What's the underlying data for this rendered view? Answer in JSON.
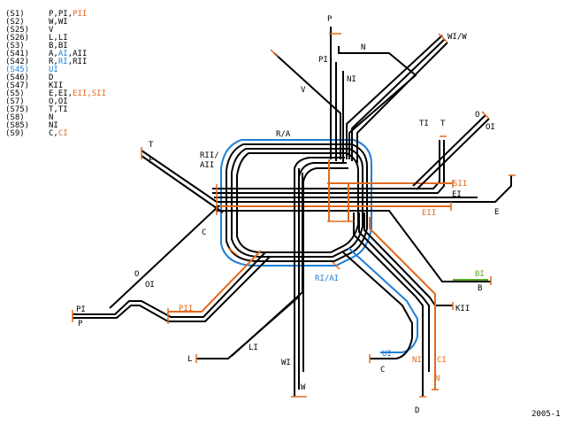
{
  "legend": [
    {
      "code": "(S1)",
      "parts": [
        {
          "t": "P,PI,",
          "c": "black"
        },
        {
          "t": "PII",
          "c": "orange"
        }
      ]
    },
    {
      "code": "(S2)",
      "parts": [
        {
          "t": "W,WI",
          "c": "black"
        }
      ]
    },
    {
      "code": "(S25)",
      "parts": [
        {
          "t": "V",
          "c": "black"
        }
      ]
    },
    {
      "code": "(S26)",
      "parts": [
        {
          "t": "L,LI",
          "c": "black"
        }
      ]
    },
    {
      "code": "(S3)",
      "parts": [
        {
          "t": "B,BI",
          "c": "black"
        }
      ]
    },
    {
      "code": "(S41)",
      "parts": [
        {
          "t": "A,",
          "c": "black"
        },
        {
          "t": "AI",
          "c": "blue"
        },
        {
          "t": ",AII",
          "c": "black"
        }
      ]
    },
    {
      "code": "(S42)",
      "parts": [
        {
          "t": "R,",
          "c": "black"
        },
        {
          "t": "RI",
          "c": "blue"
        },
        {
          "t": ",RII",
          "c": "black"
        }
      ]
    },
    {
      "code": "(S45)",
      "codeColor": "blue",
      "parts": [
        {
          "t": "UI",
          "c": "blue"
        }
      ]
    },
    {
      "code": "(S46)",
      "parts": [
        {
          "t": "D",
          "c": "black"
        }
      ]
    },
    {
      "code": "(S47)",
      "parts": [
        {
          "t": "KII",
          "c": "black"
        }
      ]
    },
    {
      "code": "(S5)",
      "parts": [
        {
          "t": "E,EI,",
          "c": "black"
        },
        {
          "t": "EII,SII",
          "c": "orange"
        }
      ]
    },
    {
      "code": "(S7)",
      "parts": [
        {
          "t": "O,OI",
          "c": "black"
        }
      ]
    },
    {
      "code": "(S75)",
      "parts": [
        {
          "t": "T,TI",
          "c": "black"
        }
      ]
    },
    {
      "code": "(S8)",
      "parts": [
        {
          "t": "N",
          "c": "black"
        }
      ]
    },
    {
      "code": "(S85)",
      "parts": [
        {
          "t": "NI",
          "c": "black"
        }
      ]
    },
    {
      "code": "(S9)",
      "parts": [
        {
          "t": "C,",
          "c": "black"
        },
        {
          "t": "CI",
          "c": "orange"
        }
      ]
    }
  ],
  "labels": {
    "P": "P",
    "PI_top": "PI",
    "NI_top": "NI",
    "N_top": "N",
    "WI_W": "WI/W",
    "V": "V",
    "R_A": "R/A",
    "TI": "TI",
    "T_right": "T",
    "O_right": "O",
    "OI_right": "OI",
    "T_left": "T",
    "E_left": "E",
    "RII": "RII/",
    "AII": "AII",
    "SII": "SII",
    "EI": "EI",
    "EII": "EII",
    "E_right": "E",
    "C_left": "C",
    "RI_AI": "RI/AI",
    "BI": "BI",
    "B": "B",
    "KII": "KII",
    "O_left": "O",
    "OI_left": "OI",
    "PI_left": "PI",
    "P_left": "P",
    "PII": "PII",
    "LI": "LI",
    "L": "L",
    "UI": "UI",
    "NI_bottom": "NI",
    "CI": "CI",
    "C_bottom": "C",
    "N_bottom": "N",
    "D": "D",
    "WI_bottom": "WI",
    "W": "W"
  },
  "year": "2005-1",
  "colors": {
    "line": "#000000",
    "orange": "#e06a1e",
    "blue": "#1f7fd6",
    "green": "#5aa82a"
  }
}
